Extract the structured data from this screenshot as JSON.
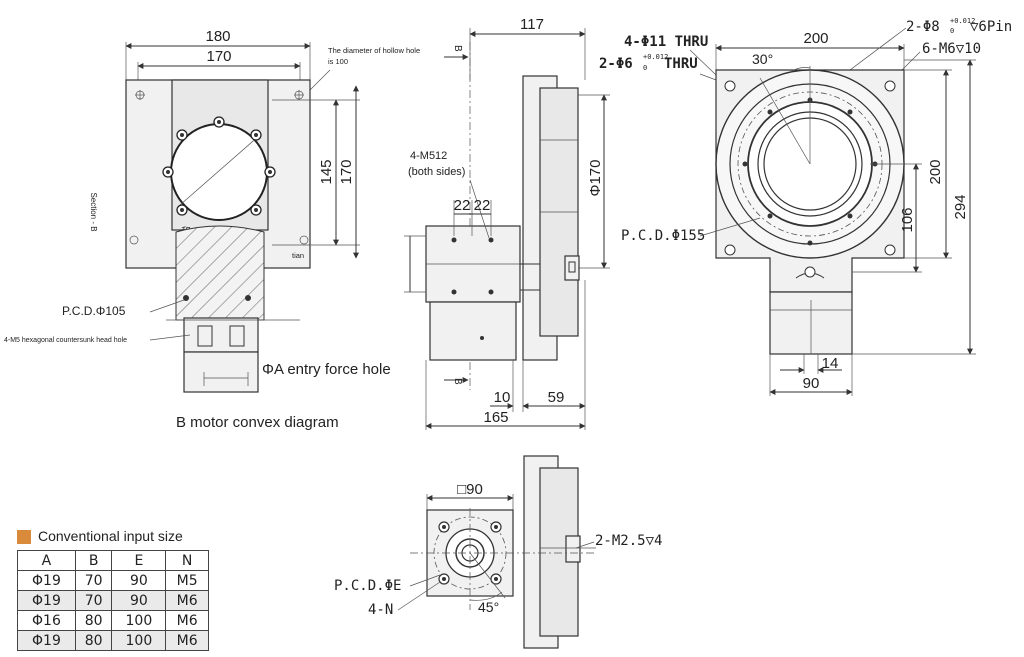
{
  "left_view": {
    "dim_180": "180",
    "dim_170_top": "170",
    "hollow_note_line1": "The diameter of hollow hole",
    "hollow_note_line2": "is 100",
    "dim_145": "145",
    "dim_170_side": "170",
    "section_label": "Section - B",
    "mark_c": "C",
    "mark_he": "和",
    "mark_tian": "tian",
    "pcd_105": "P.C.D.Φ105",
    "m5_note": "4-M5 hexagonal countersunk head hole",
    "entry_hole": "ΦA entry force hole",
    "motor_caption": "B motor convex diagram"
  },
  "middle_view": {
    "dim_117": "117",
    "b_top": "B",
    "b_bottom": "B",
    "m512_line1": "4-M512",
    "m512_line2": "(both sides)",
    "dim_22a": "22",
    "dim_22b": "22",
    "dim_170": "Φ170",
    "dim_10": "10",
    "dim_59": "59",
    "dim_165": "165"
  },
  "right_view": {
    "thru_11": "4-Φ11 THRU",
    "thru_6_prefix": "2-Φ6",
    "thru_6_tol_top": "+0.012",
    "thru_6_tol_bottom": "0",
    "thru_6_suffix": "THRU",
    "dim_200_top": "200",
    "angle_30": "30°",
    "pin_prefix": "2-Φ8",
    "pin_tol_top": "+0.012",
    "pin_tol_bottom": "0",
    "pin_suffix": "▽6Pin",
    "m6_note": "6-M6▽10",
    "dim_200_side": "200",
    "dim_294": "294",
    "dim_106": "106",
    "pcd_155": "P.C.D.Φ155",
    "dim_14": "14",
    "dim_90": "90"
  },
  "bottom_view": {
    "sq_90": "□90",
    "m25_note": "2-M2.5▽4",
    "pcd_e": "P.C.D.ΦE",
    "n4": "4-N",
    "angle_45": "45°"
  },
  "size_table": {
    "title": "Conventional input size",
    "headers": [
      "A",
      "B",
      "E",
      "N"
    ],
    "rows": [
      [
        "Φ19",
        "70",
        "90",
        "M5"
      ],
      [
        "Φ19",
        "70",
        "90",
        "M6"
      ],
      [
        "Φ16",
        "80",
        "100",
        "M6"
      ],
      [
        "Φ19",
        "80",
        "100",
        "M6"
      ]
    ],
    "accent_color": "#d98a3a"
  }
}
